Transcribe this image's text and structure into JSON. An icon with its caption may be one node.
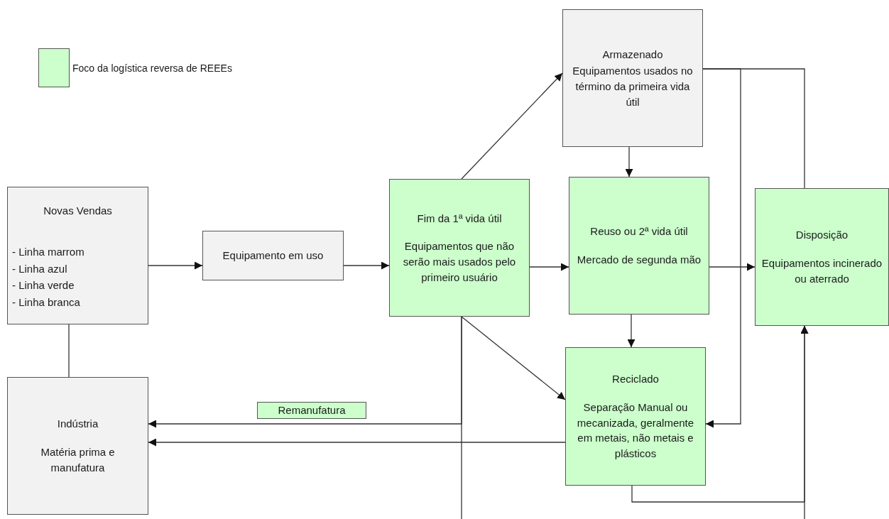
{
  "diagram": {
    "nodes": [
      {
        "text": [
          "Novas Vendas",
          "- Linha marrom",
          "- Linha azul",
          "- Linha verde",
          "- Linha branca"
        ]
      },
      {
        "text": [
          "Equipamento em uso"
        ]
      },
      {
        "text": [
          "Fim da 1ª vida útil",
          "Equipamentos que não serão mais usados pelo primeiro usuário"
        ]
      },
      {
        "text": [
          "Armazenado",
          "Equipamentos usados no término da primeira vida útil"
        ]
      },
      {
        "text": [
          "Reuso ou 2ª vida útil",
          "Mercado de segunda mão"
        ]
      },
      {
        "text": [
          "Disposição",
          "Equipamentos incinerado ou aterrado"
        ]
      },
      {
        "text": [
          "Reciclado",
          "Separação Manual ou mecanizada, geralmente em metais, não metais e plásticos"
        ]
      },
      {
        "text": [
          "Indústria",
          "Matéria prima e manufatura"
        ]
      }
    ],
    "edges": [
      {
        "from": 0,
        "to": 1,
        "arrow": "to"
      },
      {
        "from": 0,
        "to": 7,
        "arrow": "none"
      },
      {
        "from": 1,
        "to": 2,
        "arrow": "to"
      },
      {
        "from": 2,
        "to": 3,
        "arrow": "to"
      },
      {
        "from": 2,
        "to": 4,
        "arrow": "to"
      },
      {
        "from": 2,
        "to": 6,
        "arrow": "to"
      },
      {
        "from": 2,
        "to": 7,
        "arrow": "to",
        "label": "Remanufatura"
      },
      {
        "from": 2,
        "to": null,
        "arrow": "none"
      },
      {
        "from": 3,
        "to": 4,
        "arrow": "to"
      },
      {
        "from": 3,
        "to": 5,
        "arrow": "none"
      },
      {
        "from": 3,
        "to": 6,
        "arrow": "to"
      },
      {
        "from": 4,
        "to": 5,
        "arrow": "to"
      },
      {
        "from": 4,
        "to": 6,
        "arrow": "to"
      },
      {
        "from": 6,
        "to": 7,
        "arrow": "to"
      },
      {
        "from": 6,
        "to": 5,
        "arrow": "to"
      },
      {
        "from": null,
        "to": 5,
        "arrow": "to"
      }
    ],
    "legend": [
      {
        "text": "Foco da logística reversa de REEEs",
        "color": "#ccffcc"
      }
    ]
  }
}
